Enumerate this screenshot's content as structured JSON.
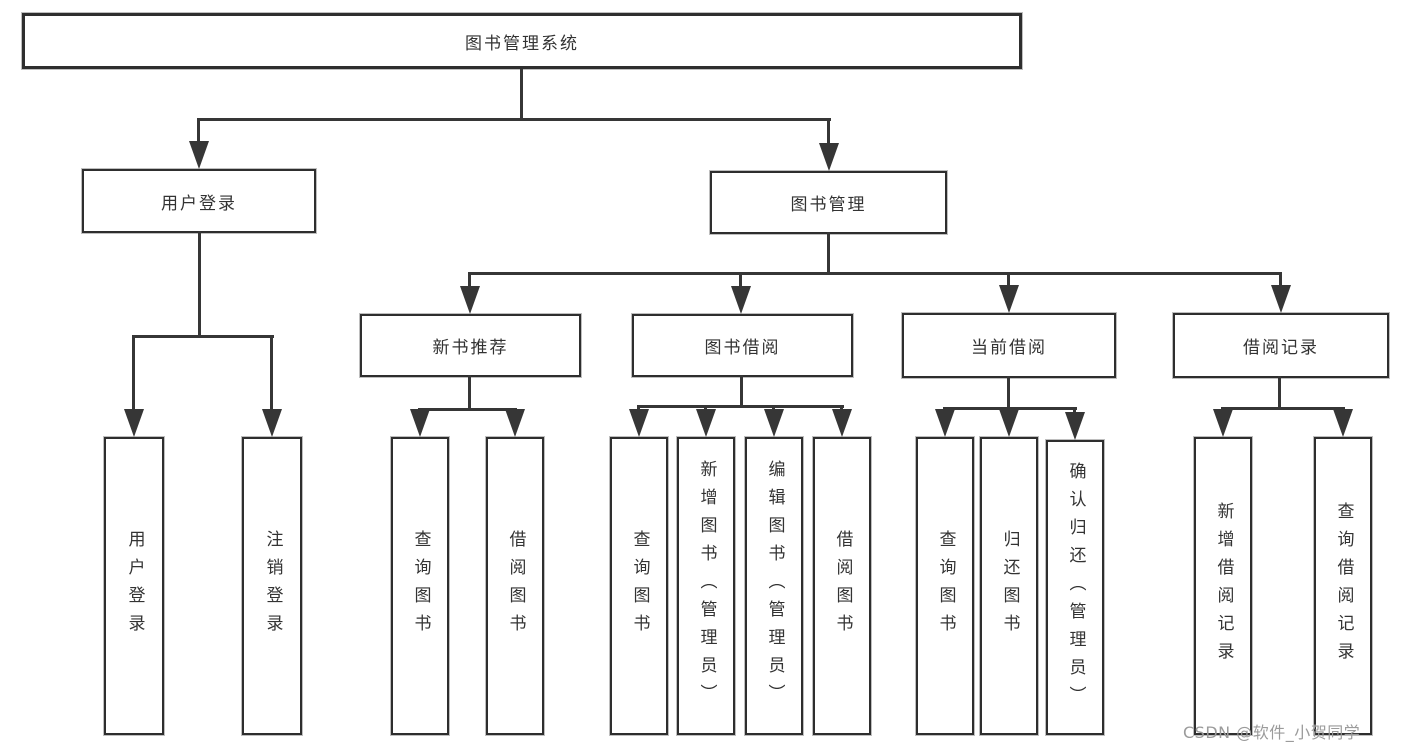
{
  "tree": {
    "root": "图书管理系统",
    "branches": {
      "user_login": "用户登录",
      "book_mgmt": "图书管理"
    },
    "sections": {
      "new_book": "新书推荐",
      "borrow": "图书借阅",
      "current": "当前借阅",
      "record": "借阅记录"
    },
    "leaves": {
      "user_login": [
        "用户登录",
        "注销登录"
      ],
      "new_book": [
        "查询图书",
        "借阅图书"
      ],
      "borrow": [
        "查询图书",
        "新增图书（管理员）",
        "编辑图书（管理员）",
        "借阅图书"
      ],
      "current": [
        "查询图书",
        "归还图书",
        "确认归还（管理员）"
      ],
      "record": [
        "新增借阅记录",
        "查询借阅记录"
      ]
    }
  },
  "watermark": "CSDN @软件_小贺同学",
  "colors": {
    "line": "#363636",
    "border": "#2e2e2e",
    "text": "#333333",
    "background": "#ffffff",
    "watermark": "#9b9b9b"
  }
}
